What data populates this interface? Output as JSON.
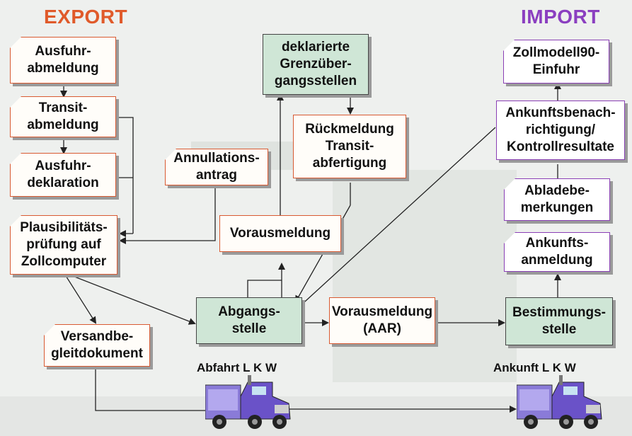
{
  "headings": {
    "export": "EXPORT",
    "import": "IMPORT",
    "export_color": "#e05a2a",
    "import_color": "#8b3fc0"
  },
  "boxes": {
    "ausfuhrabmeldung": "Ausfuhr-\nabmeldung",
    "transitabmeldung": "Transit-\nabmeldung",
    "ausfuhrdeklaration": "Ausfuhr-\ndeklaration",
    "plausibilitaet": "Plausibilitäts-\nprüfung auf\nZollcomputer",
    "versandbegleit": "Versandbe-\ngleitdokument",
    "annullation": "Annullations-\nantrag",
    "vorausmeldung": "Vorausmeldung",
    "grenzuebergang": "deklarierte\nGrenzüber-\ngangsstellen",
    "rueckmeldung": "Rückmeldung\nTransit-\nabfertigung",
    "abgangsstelle": "Abgangs-\nstelle",
    "vorausmeldung_aar": "Vorausmeldung\n(AAR)",
    "bestimmungsstelle": "Bestimmungs-\nstelle",
    "zollmodell": "Zollmodell90-\nEinfuhr",
    "ankunftsbenachrichtigung": "Ankunftsbenach-\nrichtigung/\nKontrollresultate",
    "abladebemerkungen": "Abladebe-\nmerkungen",
    "ankunftsanmeldung": "Ankunfts-\nanmeldung"
  },
  "labels": {
    "abfahrt": "Abfahrt  L K W",
    "ankunft": "Ankunft  L K W"
  },
  "icons": {
    "truck_left": "truck-icon",
    "truck_right": "truck-icon"
  }
}
